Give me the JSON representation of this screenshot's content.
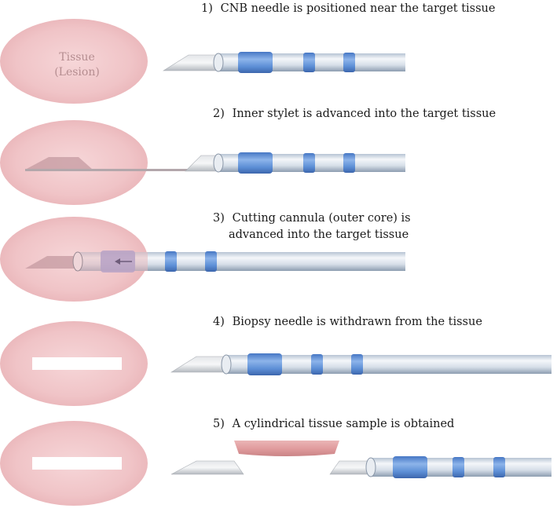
{
  "steps": [
    {
      "number": "1)",
      "text": "CNB needle is positioned near the target tissue"
    },
    {
      "number": "2)",
      "text": "Inner stylet is advanced into the target tissue"
    },
    {
      "number": "3)",
      "text": "Cutting cannula (outer core) is",
      "text2": "advanced into the target tissue"
    },
    {
      "number": "4)",
      "text": "Biopsy needle is withdrawn from the tissue"
    },
    {
      "number": "5)",
      "text": "A cylindrical tissue sample is obtained"
    }
  ],
  "tissue_label": {
    "line1": "Tissue",
    "line2": "(Lesion)"
  },
  "colors": {
    "tissue": "#f0c6c8",
    "tissue_edge": "#e6b0b4",
    "sample": "#e3a2a4",
    "cannula_bands": "#5b8fd6",
    "needle_steel": "#cfd3d8"
  }
}
